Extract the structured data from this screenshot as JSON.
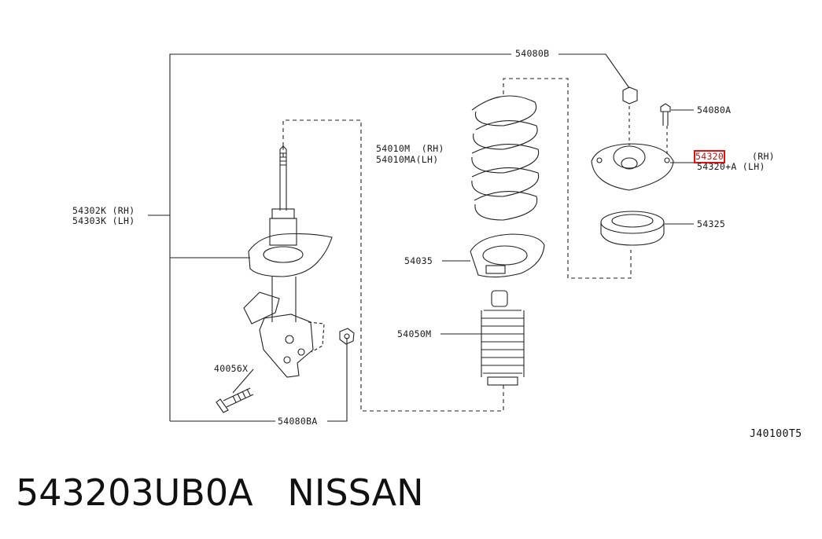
{
  "labels": {
    "p54080B": "54080B",
    "p54080A": "54080A",
    "p54320_hl": "54320",
    "p54320_rh": "(RH)",
    "p54320A": "54320+A (LH)",
    "p54325": "54325",
    "p54010M": "54010M  (RH)",
    "p54010MA": "54010MA(LH)",
    "p54302K": "54302K (RH)",
    "p54303K": "54303K (LH)",
    "p54035": "54035",
    "p54050M": "54050M",
    "p40056X": "40056X",
    "p54080BA": "54080BA"
  },
  "figure_id": "J40100T5",
  "caption": "543203UB0A   NISSAN",
  "colors": {
    "line": "#222222",
    "highlight": "#e01010"
  }
}
